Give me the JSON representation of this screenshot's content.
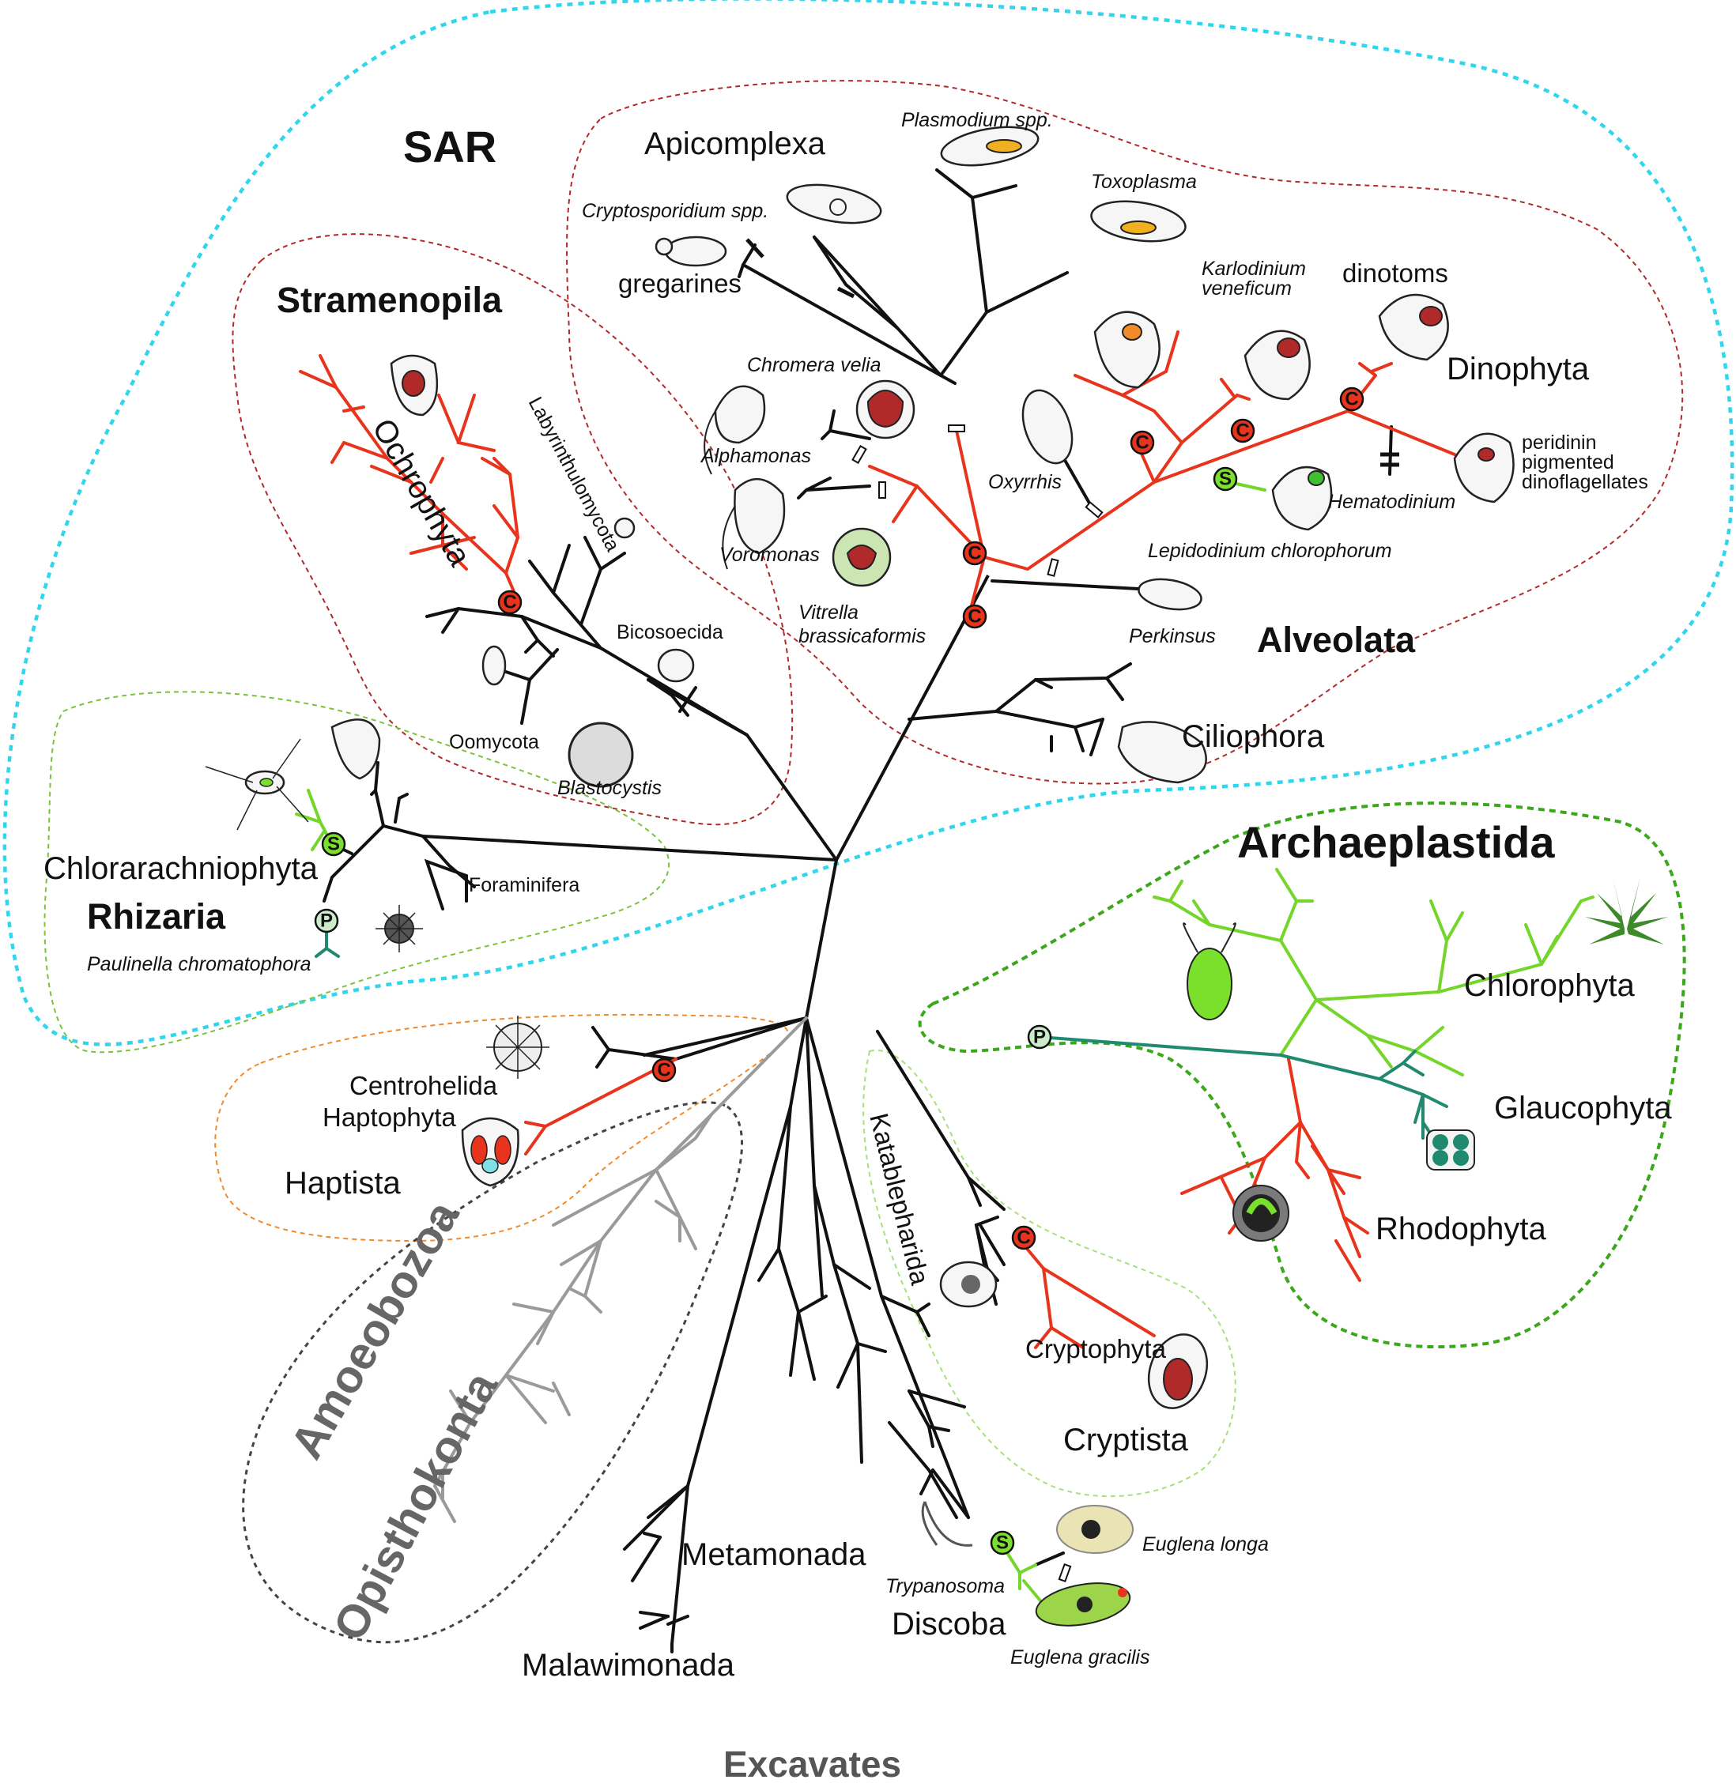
{
  "supergroups": {
    "sar": "SAR",
    "archaeplastida": "Archaeplastida",
    "amoebozoa": "Amoeobozoa",
    "opisthokonta": "Opisthokonta",
    "excavates": "Excavates"
  },
  "groups": {
    "stramenopila": "Stramenopila",
    "alveolata": "Alveolata",
    "rhizaria": "Rhizaria",
    "haptista": "Haptista",
    "cryptista": "Cryptista",
    "discoba": "Discoba",
    "metamonada": "Metamonada",
    "malawimonada": "Malawimonada"
  },
  "clades": {
    "apicomplexa": "Apicomplexa",
    "dinophyta": "Dinophyta",
    "ciliophora": "Ciliophora",
    "ochrophyta": "Ochrophyta",
    "labyrinthulomycota": "Labyrinthulomycota",
    "bicosoecida": "Bicosoecida",
    "oomycota": "Oomycota",
    "chlorarachniophyta": "Chlorarachniophyta",
    "foraminifera": "Foraminifera",
    "centrohelida": "Centrohelida",
    "haptophyta": "Haptophyta",
    "chlorophyta": "Chlorophyta",
    "glaucophyta": "Glaucophyta",
    "rhodophyta": "Rhodophyta",
    "katablepharida": "Katablepharida",
    "cryptophyta": "Cryptophyta",
    "gregarines": "gregarines",
    "dinotoms": "dinotoms",
    "peridinin": [
      "peridinin",
      "pigmented",
      "dinoflagellates"
    ]
  },
  "species": {
    "plasmodium": "Plasmodium spp.",
    "toxoplasma": "Toxoplasma",
    "cryptosporidium": "Cryptosporidium spp.",
    "karlodinium": [
      "Karlodinium",
      "veneficum"
    ],
    "chromera": "Chromera velia",
    "alphamonas": "Alphamonas",
    "voromonas": "Voromonas",
    "vitrella": [
      "Vitrella",
      "brassicaformis"
    ],
    "oxyrrhis": "Oxyrrhis",
    "hematodinium": "Hematodinium",
    "lepidodinium": "Lepidodinium chlorophorum",
    "perkinsus": "Perkinsus",
    "blastocystis": "Blastocystis",
    "paulinella": "Paulinella chromatophora",
    "trypanosoma": "Trypanosoma",
    "euglena_longa": "Euglena longa",
    "euglena_gracilis": "Euglena gracilis"
  },
  "event_markers": {
    "complex": "C",
    "secondary": "S",
    "primary": "P"
  },
  "colors": {
    "complex_plastid": "#e8341c",
    "green_plastid": "#74d62a",
    "glaucophyte": "#1f8a6f",
    "sar_outline": "#2fd6ec",
    "archaeplastida_outline": "#3aa81a",
    "haptista_outline": "#f08a2a",
    "opisthokont_outline": "#444444",
    "cryptista_outline": "#a8e07a",
    "alveolata_outline": "#b02a2a"
  }
}
